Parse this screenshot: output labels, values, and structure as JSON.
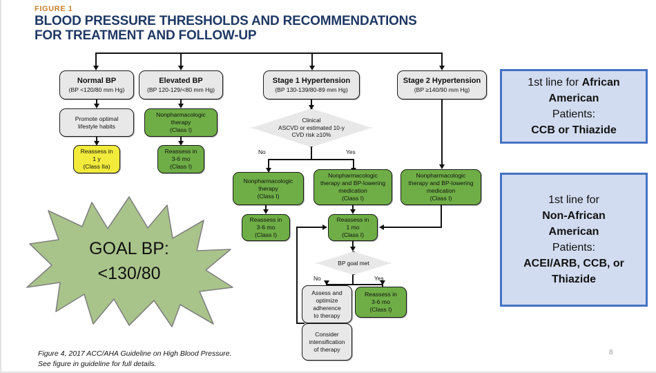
{
  "header": {
    "figure_label": "FIGURE 1",
    "title_line1": "BLOOD PRESSURE THRESHOLDS AND RECOMMENDATIONS",
    "title_line2": "FOR TREATMENT AND FOLLOW-UP",
    "label_color": "#C8812E",
    "title_color": "#1F3864"
  },
  "colors": {
    "green": "#6FAE46",
    "yellow": "#F2EB3B",
    "gray": "#E8E8E8",
    "callout_border": "#4472C4",
    "callout_fill": "#D2DCF0",
    "burst_fill": "#A9C48A",
    "burst_stroke": "#808080"
  },
  "flow": {
    "normal": {
      "title": "Normal BP",
      "sub": "(BP <120/80 mm Hg)",
      "step1": "Promote optimal\nlifestyle habits",
      "step2": "Reassess in\n1 y\n(Class IIa)"
    },
    "elevated": {
      "title": "Elevated BP",
      "sub": "(BP 120-129/<80 mm Hg)",
      "step1": "Nonpharmacologic\ntherapy\n(Class I)",
      "step2": "Reassess in\n3-6 mo\n(Class I)"
    },
    "stage1": {
      "title": "Stage 1 Hypertension",
      "sub": "(BP 130-139/80-89 mm Hg)",
      "decision": "Clinical\nASCVD or estimated 10-y\nCVD risk ≥10%",
      "branch_no": "No",
      "branch_yes": "Yes",
      "no_branch_box": "Nonpharmacologic\ntherapy\n(Class I)",
      "no_branch_followup": "Reassess in\n3-6 mo\n(Class I)",
      "yes_branch_box": "Nonpharmacologic\ntherapy and BP-lowering\nmedication\n(Class I)"
    },
    "stage2": {
      "title": "Stage 2 Hypertension",
      "sub": "(BP ≥140/90 mm Hg)",
      "box": "Nonpharmacologic\ntherapy and BP-lowering\nmedication\n(Class I)"
    },
    "reassess_1mo": "Reassess in\n1  mo\n(Class I)",
    "goal_decision": "BP goal met",
    "goal_no": "No",
    "goal_yes": "Yes",
    "assess_box": "Assess and\noptimize\nadherence\nto therapy",
    "consider_box": "Consider\nintensification\nof therapy",
    "goal_met_box": "Reassess in\n3-6 mo\n(Class I)"
  },
  "callouts": {
    "african_american": {
      "line1_plain": "1st line for ",
      "line1_bold": "African",
      "line2_bold": "American",
      "line3_plain": "Patients:",
      "line4_bold": "CCB or Thiazide"
    },
    "non_african_american": {
      "line1_plain": "1st line for",
      "line2_bold": "Non-African",
      "line3_bold": "American",
      "line4_plain": "Patients:",
      "line5_bold": "ACEI/ARB, CCB, or",
      "line6_bold": "Thiazide"
    }
  },
  "burst": {
    "line1": "GOAL BP:",
    "line2": "<130/80"
  },
  "footer": {
    "line1": "Figure 4, 2017 ACC/AHA Guideline on High Blood Pressure.",
    "line2": "See figure in guideline for full details.",
    "page_number": "8"
  }
}
